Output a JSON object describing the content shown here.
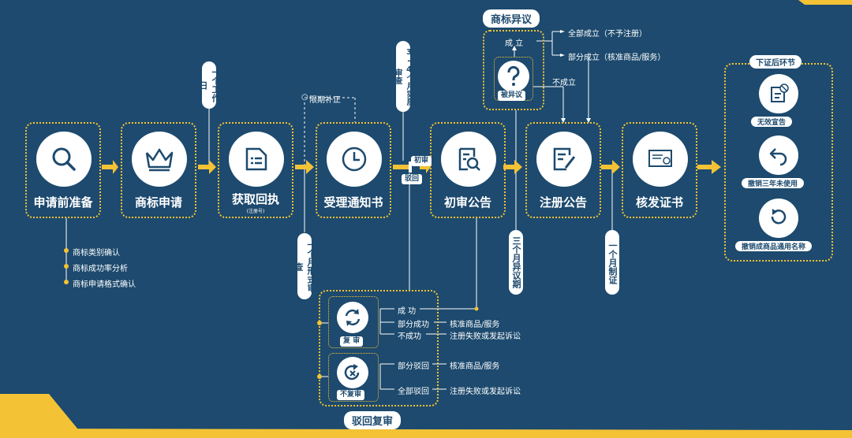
{
  "steps": [
    {
      "label": "申请前准备",
      "icon": "search-icon"
    },
    {
      "label": "商标申请",
      "icon": "crown-icon"
    },
    {
      "label": "获取回执",
      "sub": "(注册号)",
      "icon": "document-list-icon"
    },
    {
      "label": "受理通知书",
      "icon": "clock-icon"
    },
    {
      "label": "初审公告",
      "icon": "review-doc-icon"
    },
    {
      "label": "注册公告",
      "icon": "edit-doc-icon"
    },
    {
      "label": "核发证书",
      "icon": "certificate-icon"
    }
  ],
  "durations": {
    "one_workday": "一个工作日",
    "three_four_months": "3-4个月实质审查",
    "one_month_formal": "一个月形式审查",
    "three_months_objection": "三个月异议期",
    "one_month_making": "一个月制证"
  },
  "prep_items": [
    "商标类别确认",
    "商标成功率分析",
    "商标申请格式确认"
  ],
  "deadline_label": "限期补正",
  "branch": {
    "initial": "初审",
    "reject": "驳回"
  },
  "objection": {
    "title": "商标异议",
    "node": "被异议",
    "success": "成 立",
    "fail": "不成立",
    "all_success": "全部成立（不予注册）",
    "partial_success": "部分成立（核准商品/服务）"
  },
  "review": {
    "title": "驳回复审",
    "review_node": "复 审",
    "no_review_node": "不复审",
    "success": "成 功",
    "partial_success": "部分成功",
    "fail": "不成功",
    "approve_goods": "核准商品/服务",
    "register_fail": "注册失败或发起诉讼",
    "partial_reject": "部分驳回",
    "all_reject": "全部驳回",
    "approve_goods2": "核准商品/服务",
    "register_fail2": "注册失败或发起诉讼"
  },
  "post": {
    "title": "下证后环节",
    "items": [
      {
        "label": "无效宣告",
        "icon": "invalid-doc-icon"
      },
      {
        "label": "撤销三年未使用",
        "icon": "undo-arrow-icon"
      },
      {
        "label": "撤销成商品通用名称",
        "icon": "refresh-icon"
      }
    ]
  },
  "colors": {
    "background": "#1d4a6e",
    "accent": "#f3c235",
    "white": "#ffffff"
  }
}
